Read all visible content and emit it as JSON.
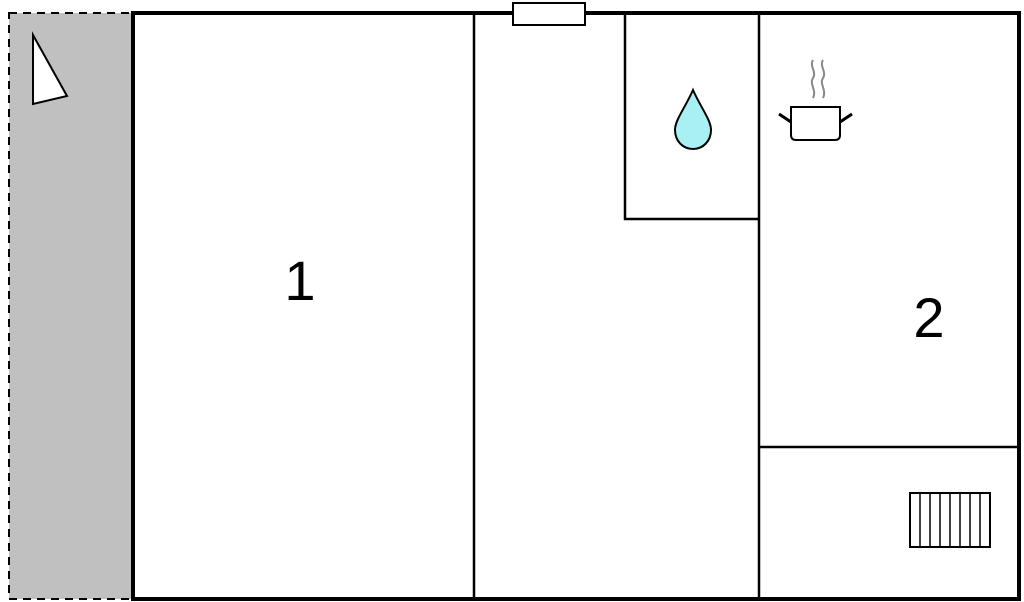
{
  "colors": {
    "background": "#ffffff",
    "walls": "#000000",
    "terrace_fill": "#c0c0c0",
    "terrace_border": "#000000",
    "water_drop": "#a8f0f4",
    "steam": "#888888"
  },
  "rooms": [
    {
      "id": "room-1",
      "label": "1"
    },
    {
      "id": "room-2",
      "label": "2"
    }
  ],
  "icons": [
    {
      "name": "terrace-corner-marker-icon"
    },
    {
      "name": "window-icon"
    },
    {
      "name": "water-drop-icon",
      "meaning": "bathroom"
    },
    {
      "name": "cooking-pot-icon",
      "meaning": "kitchen"
    },
    {
      "name": "radiator-icon",
      "meaning": "heating"
    }
  ]
}
